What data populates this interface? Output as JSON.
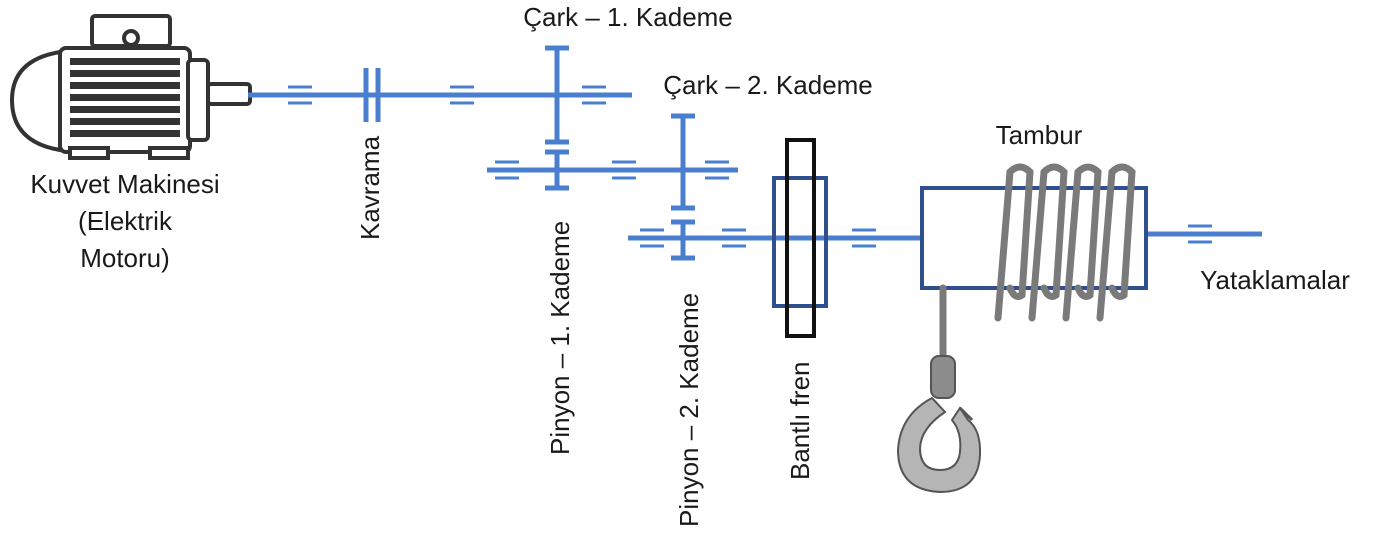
{
  "labels": {
    "motor_line1": "Kuvvet Makinesi",
    "motor_line2": "(Elektrik",
    "motor_line3": "Motoru)",
    "coupling": "Kavrama",
    "gear1": "Çark – 1. Kademe",
    "gear2": "Çark – 2. Kademe",
    "pinion1": "Pinyon – 1. Kademe",
    "pinion2": "Pinyon – 2. Kademe",
    "brake": "Bantlı fren",
    "drum": "Tambur",
    "bearings": "Yataklamalar"
  },
  "colors": {
    "shaft": "#4a7fd0",
    "brake_frame": "#2f4f8f",
    "brake_band": "#111111",
    "drum_frame": "#2f4f8f",
    "rope": "#7a7a7a",
    "motor": "#333333"
  },
  "icons": {
    "motor": "electric-motor-icon",
    "hook": "crane-hook-icon"
  }
}
